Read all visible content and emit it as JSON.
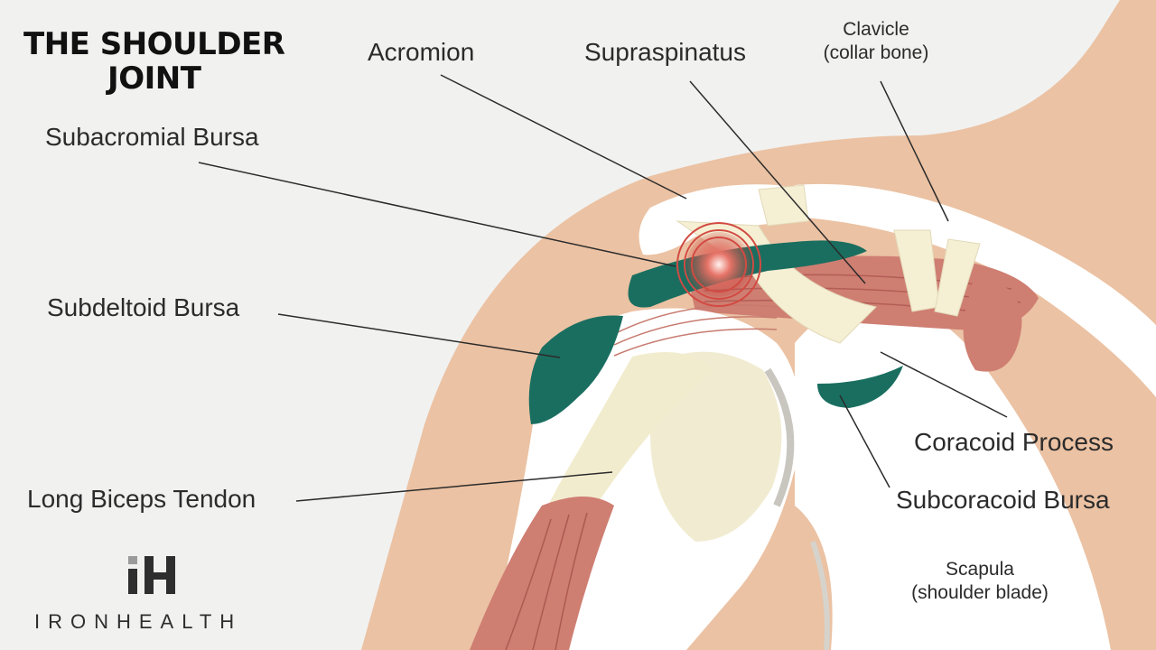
{
  "title": {
    "line1": "THE SHOULDER",
    "line2": "JOINT"
  },
  "labels": {
    "acromion": "Acromion",
    "supraspinatus": "Supraspinatus",
    "clavicle": "Clavicle",
    "clavicle_sub": "(collar bone)",
    "subacromial_bursa": "Subacromial Bursa",
    "subdeltoid_bursa": "Subdeltoid Bursa",
    "coracoid_process": "Coracoid Process",
    "subcoracoid_bursa": "Subcoracoid Bursa",
    "long_biceps_tendon": "Long Biceps Tendon",
    "scapula": "Scapula",
    "scapula_sub": "(shoulder blade)"
  },
  "brand": {
    "name": "IRONHEALTH",
    "logo_icon": "ih-monogram-icon"
  },
  "colors": {
    "skin": "#ebc2a3",
    "bone": "#ffffff",
    "bursa": "#1a6e60",
    "muscle": "#cf7e72",
    "tendon": "#f2eccf",
    "inflammation": "#d9534a",
    "background": "#f1f1f0"
  }
}
